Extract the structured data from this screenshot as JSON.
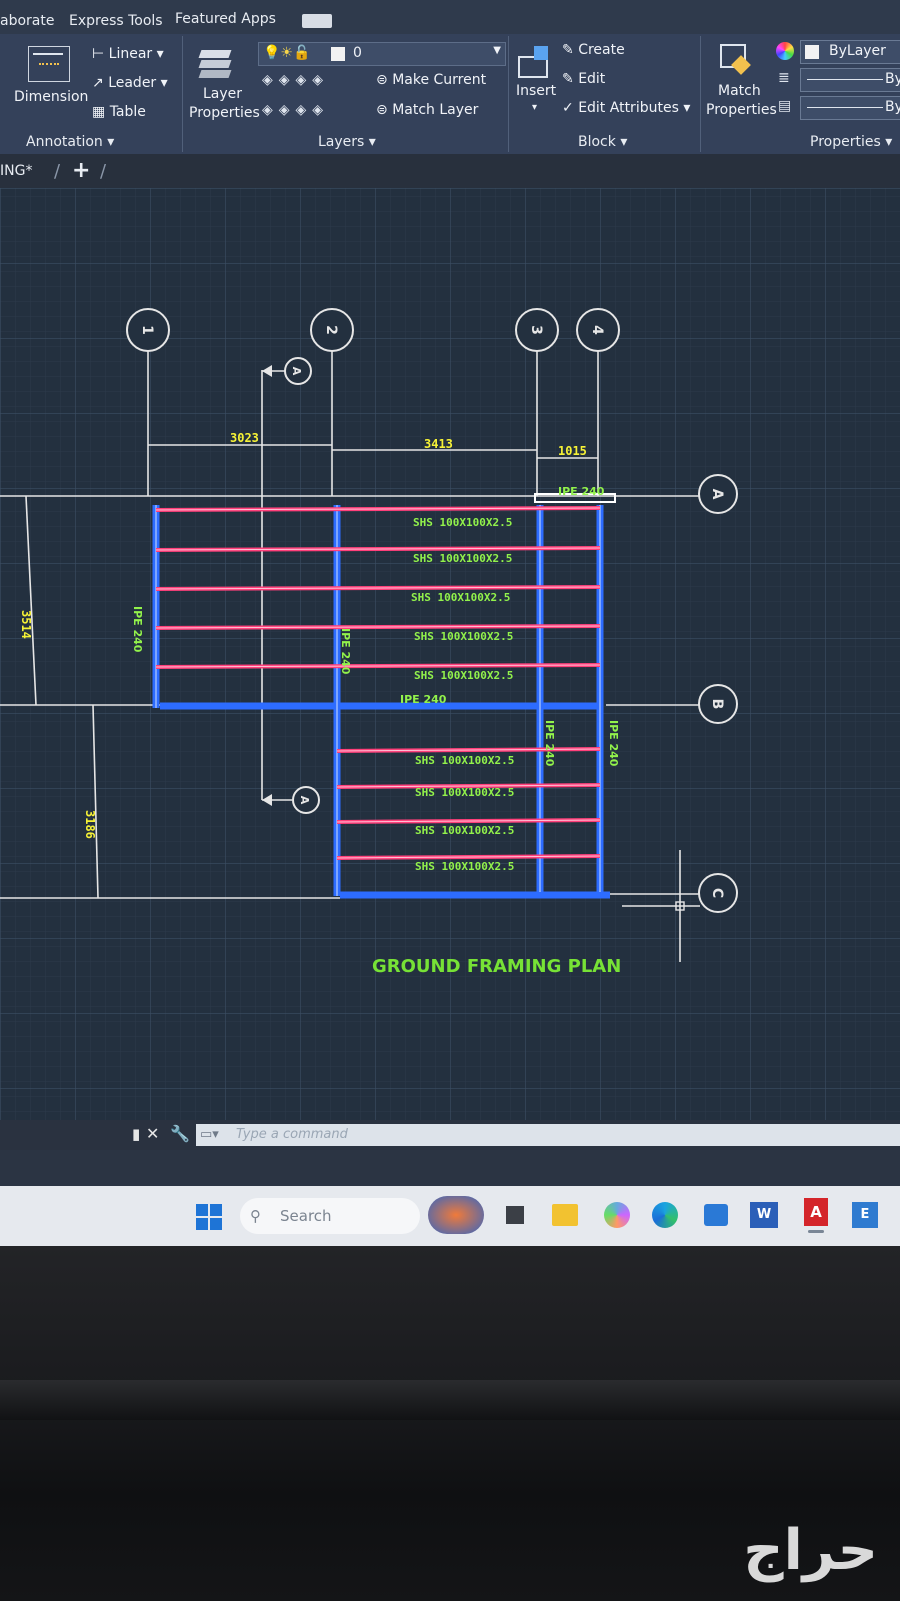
{
  "ribbon_tabs": [
    "aborate",
    "Express Tools",
    "Featured Apps"
  ],
  "annotation": {
    "dimension": "Dimension",
    "linear": "Linear",
    "leader": "Leader",
    "table": "Table",
    "title": "Annotation"
  },
  "layers": {
    "layer_properties_1": "Layer",
    "layer_properties_2": "Properties",
    "current_layer": "0",
    "make_current": "Make Current",
    "match_layer": "Match Layer",
    "title": "Layers"
  },
  "block": {
    "insert": "Insert",
    "create": "Create",
    "edit": "Edit",
    "edit_attributes": "Edit Attributes",
    "title": "Block"
  },
  "properties": {
    "match_1": "Match",
    "match_2": "Properties",
    "bylayer": "ByLayer",
    "by": "By",
    "title": "Properties"
  },
  "doc_tab": {
    "name": "ING*",
    "slash1": "/",
    "plus": "+",
    "slash2": "/"
  },
  "drawing": {
    "title": "GROUND  FRAMING PLAN",
    "grid_1": "1",
    "grid_2": "2",
    "grid_3": "3",
    "grid_4": "4",
    "grid_a": "A",
    "grid_b": "B",
    "grid_c": "C",
    "section_top": "A",
    "section_bottom": "A",
    "dim_1": "3023",
    "dim_2": "3413",
    "dim_3": "1015",
    "dim_left_top": "3514",
    "dim_left_bottom": "3186",
    "beam_top": "IPE 240",
    "beam_mid": "IPE 240",
    "col_beam_1": "IPE 240",
    "col_beam_2": "IPE 240",
    "col_beam_3": "IPE 240",
    "col_beam_4": "IPE 240",
    "shs": "SHS 100X100X2.5"
  },
  "command": {
    "placeholder": "Type a command"
  },
  "taskbar": {
    "search": "Search"
  },
  "watermark": "حراج",
  "colors": {
    "ribbon": "#34415a",
    "canvas": "#23303f",
    "grid": "#34485d",
    "blue_beam": "#2d6cff",
    "red_joist": "#ff3f7a",
    "white_line": "#e6e6e6",
    "dim_yellow": "#f6f236",
    "label_green": "#92f24b",
    "title_green": "#77e236"
  }
}
